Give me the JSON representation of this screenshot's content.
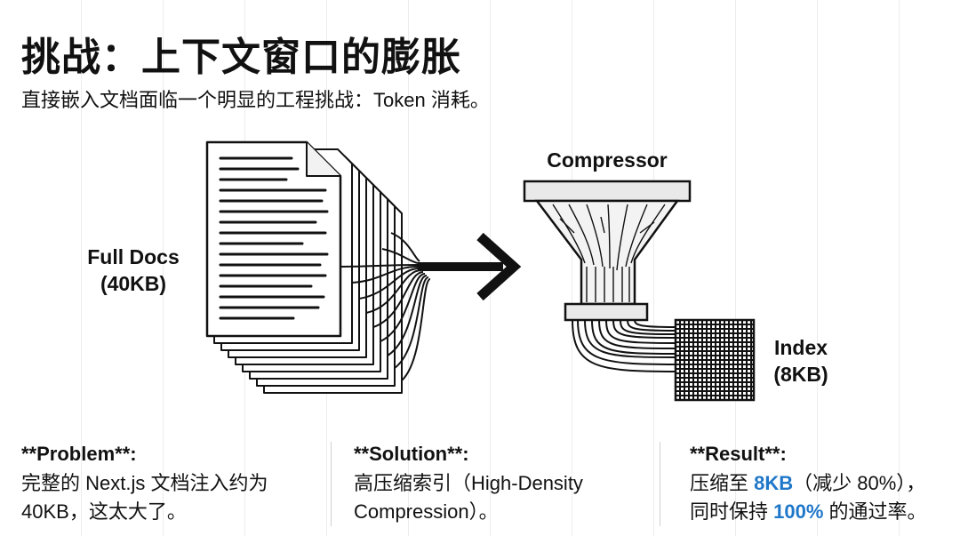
{
  "title": "挑战：上下文窗口的膨胀",
  "subtitle": "直接嵌入文档面临一个明显的工程挑战：Token 消耗。",
  "diagram": {
    "full_docs_line1": "Full Docs",
    "full_docs_line2": "(40KB)",
    "compressor": "Compressor",
    "index_line1": "Index",
    "index_line2": "(8KB)"
  },
  "columns": {
    "problem": {
      "heading": "**Problem**:",
      "line1": "完整的 Next.js 文档注入约为",
      "line2": "40KB，这太大了。"
    },
    "solution": {
      "heading": "**Solution**:",
      "line1": "高压缩索引（High-Density",
      "line2": "Compression）。"
    },
    "result": {
      "heading": "**Result**:",
      "line1_a": "压缩至 ",
      "line1_hl": "8KB",
      "line1_b": "（减少 80%），",
      "line2_a": "同时保持 ",
      "line2_hl": "100%",
      "line2_b": " 的通过率。"
    }
  },
  "colors": {
    "accent": "#1f77c9",
    "ink": "#111111"
  }
}
